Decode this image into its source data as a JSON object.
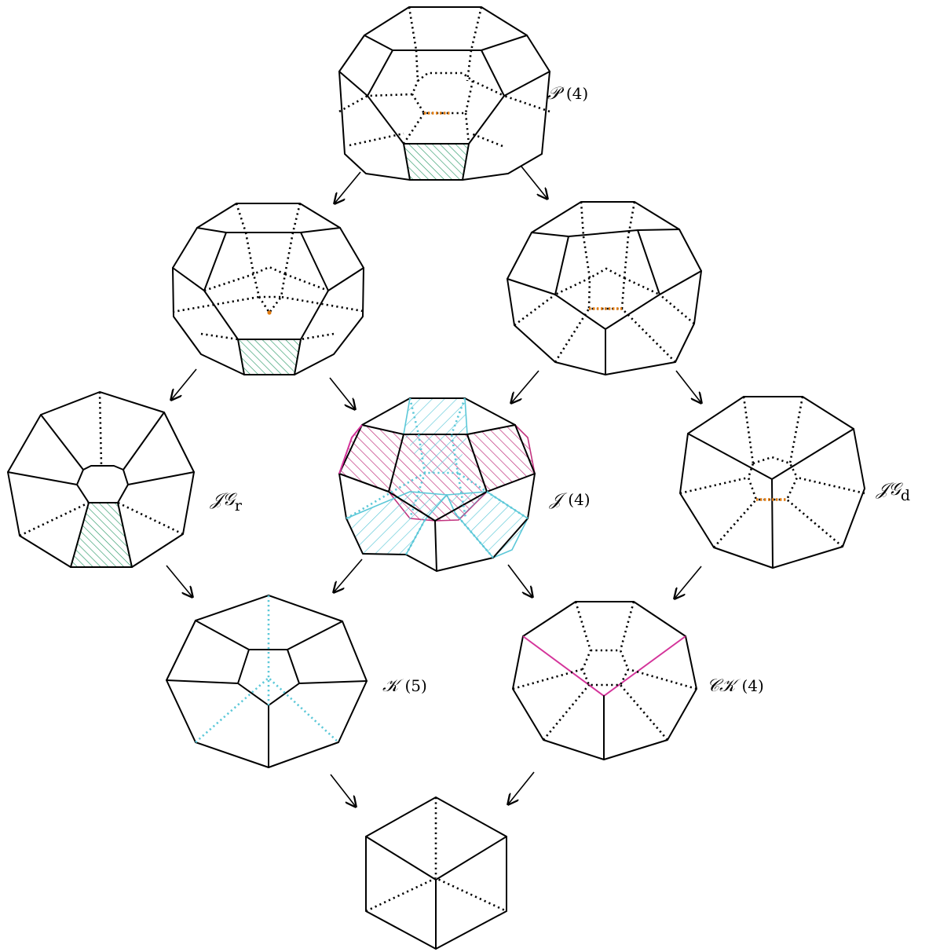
{
  "diagram": {
    "labels": {
      "permutahedron": "𝒫",
      "permutahedron_count": "(4)",
      "jg_r": "𝒥𝒢",
      "jg_r_sub": "r",
      "j": "𝒥",
      "j_count": "(4)",
      "jg_d": "𝒥𝒢",
      "jg_d_sub": "d",
      "k": "𝒦",
      "k_count": "(5)",
      "ck": "𝒞𝒦",
      "ck_count": "(4)"
    },
    "colors": {
      "edge": "#000000",
      "green_face": "#2e9a6a",
      "magenta_face": "#c2337f",
      "cyan_face": "#5cc8d8",
      "orange_edge": "#e07b10"
    }
  }
}
